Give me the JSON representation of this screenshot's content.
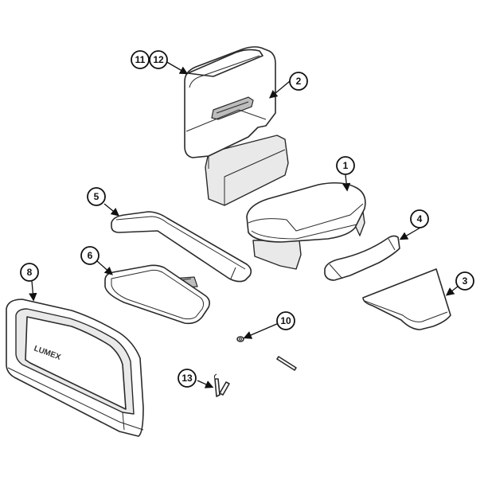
{
  "brand_label": "LUMEX",
  "callouts": {
    "c1": "1",
    "c2": "2",
    "c3": "3",
    "c4": "4",
    "c5": "5",
    "c6": "6",
    "c8": "8",
    "c10": "10",
    "c11": "11",
    "c12": "12",
    "c13": "13"
  }
}
